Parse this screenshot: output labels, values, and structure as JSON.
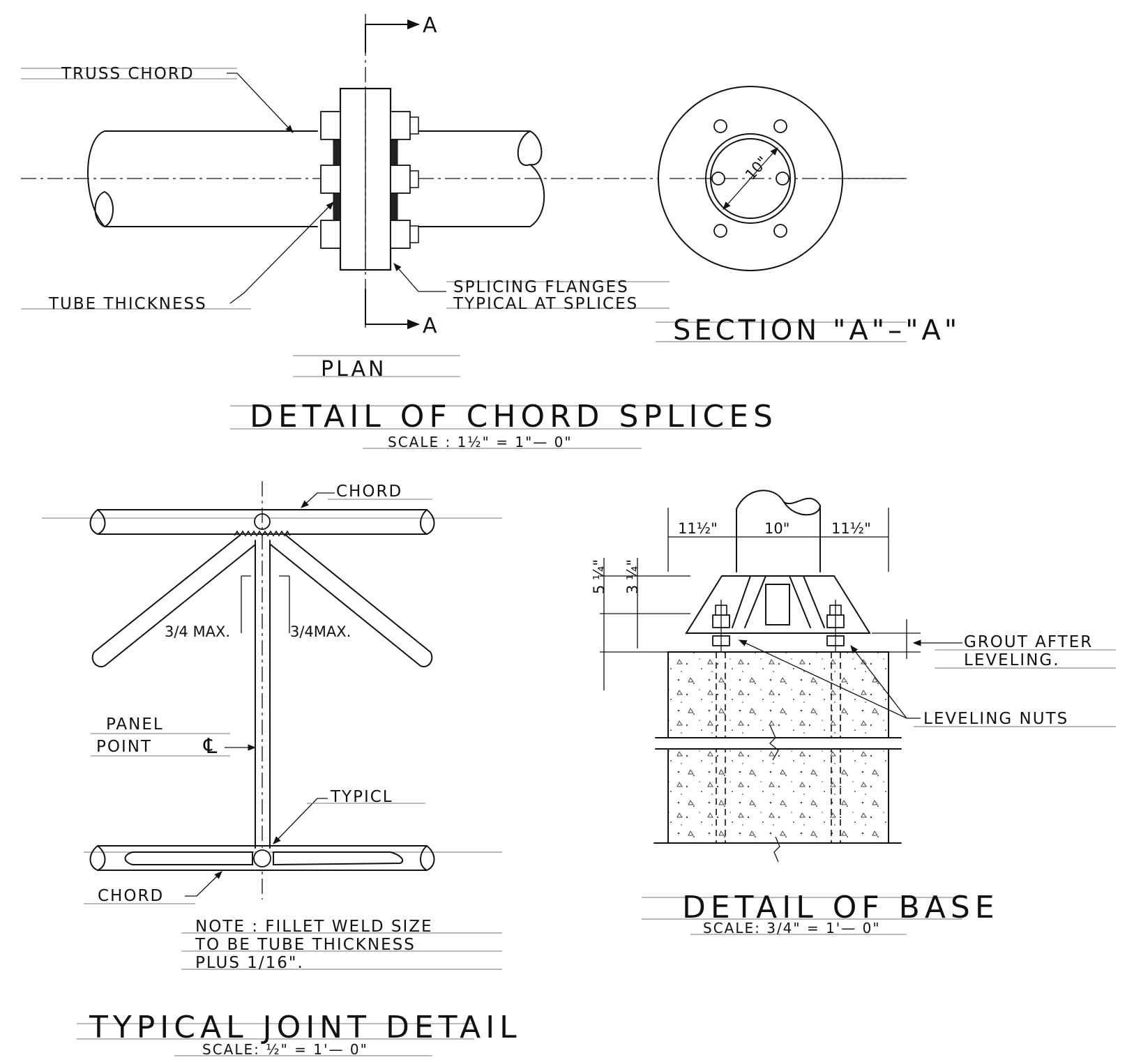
{
  "chord_splice_detail": {
    "title": "DETAIL OF CHORD SPLICES",
    "scale": "SCALE : 1½\" = 1\"— 0\"",
    "plan_label": "PLAN",
    "section_label": "SECTION \"A\"–\"A\"",
    "section_marker": "A",
    "callouts": {
      "truss_chord": "TRUSS CHORD",
      "tube_thickness": "TUBE THICKNESS",
      "splicing_flanges": "SPLICING FLANGES",
      "typical_at_splices": "TYPICAL AT SPLICES"
    },
    "diameter_dim": "10\""
  },
  "typical_joint_detail": {
    "title": "TYPICAL JOINT DETAIL",
    "scale": "SCALE: ½\" = 1'— 0\"",
    "labels": {
      "chord_top": "CHORD",
      "chord_bottom": "CHORD",
      "typical": "TYPICL",
      "panel": "PANEL",
      "point": "POINT",
      "centerline": "℄",
      "max_left": "3/4 MAX.",
      "max_right": "3/4MAX."
    },
    "note_lines": [
      "NOTE : FILLET WELD SIZE",
      "TO BE TUBE THICKNESS",
      "PLUS 1/16\"."
    ]
  },
  "base_detail": {
    "title": "DETAIL OF BASE",
    "scale": "SCALE: 3/4\" = 1'— 0\"",
    "dims": {
      "left": "11½\"",
      "center": "10\"",
      "right": "11½\"",
      "vertical_outer": "5 ¼\"",
      "vertical_inner": "3 ¼\""
    },
    "callouts": {
      "grout_line1": "GROUT AFTER",
      "grout_line2": "LEVELING.",
      "leveling_nuts": "LEVELING NUTS"
    }
  }
}
